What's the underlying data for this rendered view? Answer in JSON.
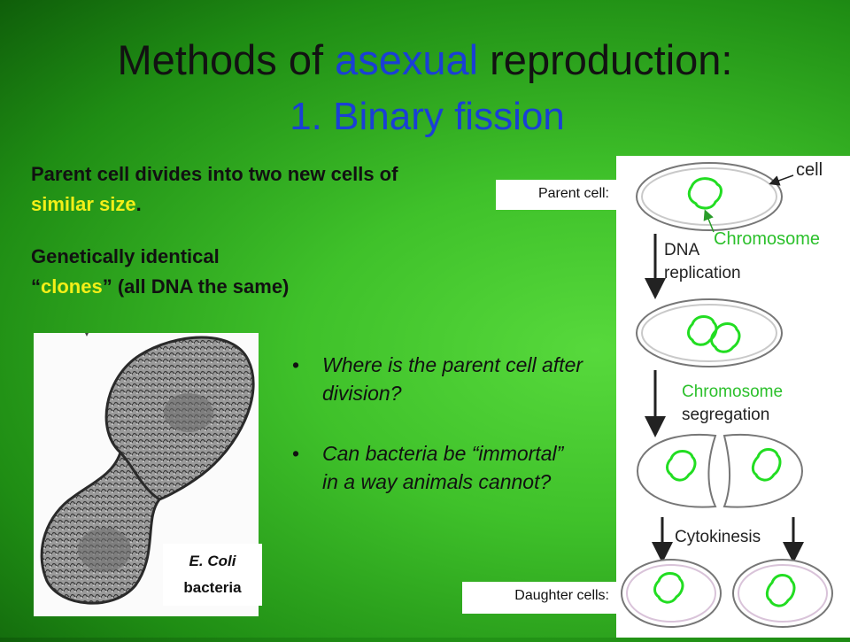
{
  "title": {
    "prefix": "Methods of ",
    "highlight": "asexual",
    "suffix": " reproduction:",
    "subtitle": "1. Binary fission"
  },
  "paragraph1": {
    "text_before": "Parent cell divides into two new cells of ",
    "highlight": "similar size",
    "text_after": "."
  },
  "paragraph2": {
    "line1": "Genetically identical",
    "quote_open": "“",
    "highlight": "clones",
    "quote_close": "”",
    "text_after": " (all DNA the same)"
  },
  "micrograph": {
    "caption_line1": "E. Coli",
    "caption_line2": "bacteria"
  },
  "questions": [
    "Where is the parent cell after division?",
    "Can bacteria be “immortal” in a way animals cannot?"
  ],
  "bullet_glyph": "•",
  "labels": {
    "parent": "Parent cell:",
    "daughter": "Daughter cells:"
  },
  "diagram": {
    "cell": "cell",
    "chromosome": "Chromosome",
    "step1_line1": "DNA",
    "step1_line2": "replication",
    "step2_line1": "Chromosome",
    "step2_line2": "segregation",
    "step3": "Cytokinesis"
  },
  "colors": {
    "background": "#3fc12a",
    "title_highlight": "#1a3fd6",
    "text_highlight": "#f3ef18",
    "chromosome": "#22dd22"
  }
}
